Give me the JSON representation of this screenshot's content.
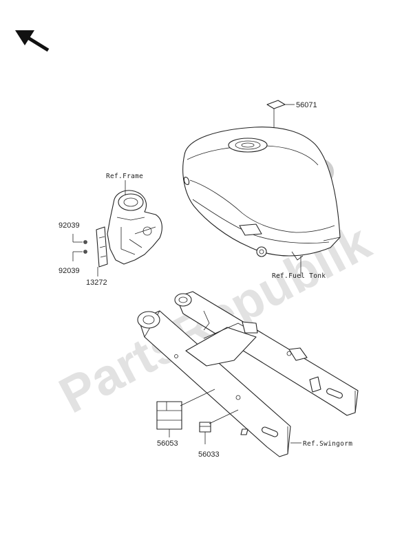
{
  "labels": {
    "p56071": "56071",
    "p92039a": "92039",
    "p92039b": "92039",
    "p13272": "13272",
    "p56053": "56053",
    "p56033": "56033",
    "ref_frame": "Ref.Frame",
    "ref_fuel_tank": "Ref.Fuel Tonk",
    "ref_swingarm": "Ref.Swingorm"
  },
  "watermark": "PartsRepublik",
  "colors": {
    "line": "#222222",
    "watermark": "#d9d9d9",
    "background": "#ffffff"
  }
}
